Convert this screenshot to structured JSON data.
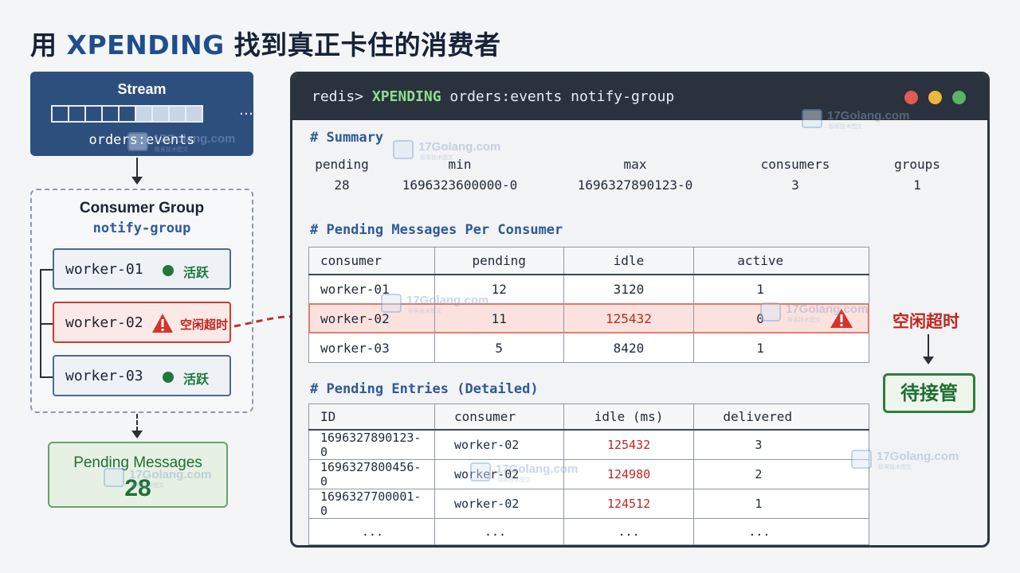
{
  "title": {
    "prefix": "用 ",
    "keyword": "XPENDING",
    "suffix": " 找到真正卡住的消费者"
  },
  "stream": {
    "label": "Stream",
    "key": "orders:events",
    "ellipsis": "…"
  },
  "group": {
    "title": "Consumer Group",
    "name": "notify-group",
    "workers": [
      {
        "name": "worker-01",
        "status": "活跃",
        "state": "active"
      },
      {
        "name": "worker-02",
        "status": "空闲超时",
        "state": "timeout"
      },
      {
        "name": "worker-03",
        "status": "活跃",
        "state": "active"
      }
    ]
  },
  "pending": {
    "label": "Pending Messages",
    "count": "28"
  },
  "terminal": {
    "prompt": "redis> ",
    "command_kw": "XPENDING",
    "command_rest": " orders:events notify-group",
    "summary_heading": "# Summary",
    "summary_headers": [
      "pending",
      "min",
      "max",
      "consumers",
      "groups"
    ],
    "summary_values": [
      "28",
      "1696323600000-0",
      "1696327890123-0",
      "3",
      "1"
    ],
    "per_consumer_heading": "# Pending Messages Per Consumer",
    "per_consumer_headers": [
      "consumer",
      "pending",
      "idle",
      "active"
    ],
    "per_consumer_rows": [
      [
        "worker-01",
        "12",
        "3120",
        "1"
      ],
      [
        "worker-02",
        "11",
        "125432",
        "0"
      ],
      [
        "worker-03",
        "5",
        "8420",
        "1"
      ]
    ],
    "detailed_heading": "# Pending Entries (Detailed)",
    "detailed_headers": [
      "ID",
      "consumer",
      "idle (ms)",
      "delivered"
    ],
    "detailed_rows": [
      [
        "1696327890123-0",
        "worker-02",
        "125432",
        "3"
      ],
      [
        "1696327800456-0",
        "worker-02",
        "124980",
        "2"
      ],
      [
        "1696327700001-0",
        "worker-02",
        "124512",
        "1"
      ],
      [
        "...",
        "...",
        "...",
        "..."
      ]
    ]
  },
  "callout": {
    "timeout_label": "空闲超时",
    "takeover_label": "待接管"
  },
  "watermark": {
    "text": "17Golang.com",
    "subtext": "极客技术图文"
  },
  "colors": {
    "accent_blue": "#2d4f7e",
    "alert_red": "#c0271f",
    "ok_green": "#1f7a3a"
  }
}
